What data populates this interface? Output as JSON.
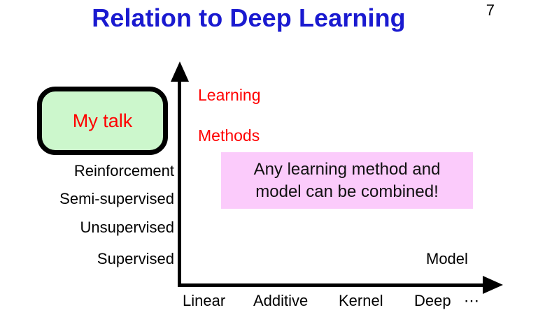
{
  "slide": {
    "title": "Relation to Deep Learning",
    "number": "7",
    "title_color": "#1a1ad0",
    "background": "#ffffff"
  },
  "my_talk_box": {
    "label": "My talk",
    "fill_color": "#ccf7cc",
    "border_color": "#000000",
    "text_color": "#ff0000"
  },
  "callout": {
    "line1": "Any learning method and",
    "line2": "model can be combined!",
    "fill_color": "#fbcbfb",
    "text_color": "#111111"
  },
  "chart_data": {
    "type": "scatter",
    "title": "Relation to Deep Learning",
    "xlabel": "Model",
    "ylabel": "Learning\nMethods",
    "ylabel_color": "#ff0000",
    "xlabel_color": "#000000",
    "x_tick_labels": [
      "Linear",
      "Additive",
      "Kernel",
      "Deep",
      "⋯"
    ],
    "y_tick_labels": [
      "Supervised",
      "Unsupervised",
      "Semi-supervised",
      "Reinforcement"
    ],
    "series": [],
    "grid": false,
    "legend": "none",
    "axis_color": "#000000",
    "annotations": [
      {
        "text": "My talk",
        "color": "#ff0000",
        "shape": "rounded-rect",
        "fill": "#ccf7cc",
        "region": "above Reinforcement, left of y-axis"
      },
      {
        "text": "Any learning method and model can be combined!",
        "color": "#111111",
        "shape": "rect",
        "fill": "#fbcbfb",
        "region": "plot area upper-right"
      }
    ]
  },
  "axis_captions": {
    "y_caption_line1": "Learning",
    "y_caption_line2": "Methods",
    "x_caption": "Model"
  },
  "y_ticks": [
    {
      "label": "Reinforcement"
    },
    {
      "label": "Semi-supervised"
    },
    {
      "label": "Unsupervised"
    },
    {
      "label": "Supervised"
    }
  ],
  "x_ticks": [
    {
      "label": "Linear"
    },
    {
      "label": "Additive"
    },
    {
      "label": "Kernel"
    },
    {
      "label": "Deep"
    },
    {
      "label": "⋯"
    }
  ]
}
